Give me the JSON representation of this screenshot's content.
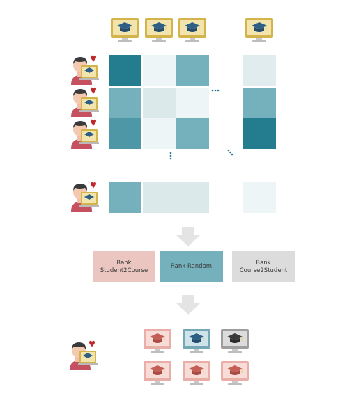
{
  "diagram": {
    "course_header_count_shown": 4,
    "student_rows_shown": 4,
    "matrix_shades": [
      [
        "dark",
        "pale",
        "mid",
        "pale2"
      ],
      [
        "mid",
        "light",
        "pale",
        "mid"
      ],
      [
        "midDark",
        "pale",
        "mid",
        "dark"
      ],
      [
        "mid",
        "light",
        "light",
        "pale"
      ]
    ],
    "colors": {
      "dark": "#237d8f",
      "midDark": "#4d97a6",
      "mid": "#75b0bd",
      "light": "#dce9ea",
      "pale": "#edf5f6",
      "pale2": "#e1ecee",
      "arrow": "#e4e4e4",
      "dots": "#2a7a8c",
      "monitor_yellow": "#d4b44a",
      "monitor_pink": "#eaaea8",
      "monitor_teal": "#74a8b6",
      "monitor_gray": "#9e9e9e",
      "heart": "#c0282d",
      "shirt": "#c55060"
    },
    "ellipsis_symbol": "⋯",
    "rank_boxes": [
      {
        "label": "Rank\nStudent2Course",
        "color": "#ebc6c0"
      },
      {
        "label": "Rank Random",
        "color": "#75b0bd"
      },
      {
        "label": "Rank\nCourse2Student",
        "color": "#dcdcdc"
      }
    ],
    "result_monitors": [
      [
        "pink",
        "teal",
        "gray"
      ],
      [
        "pink",
        "pink",
        "pink"
      ]
    ]
  }
}
